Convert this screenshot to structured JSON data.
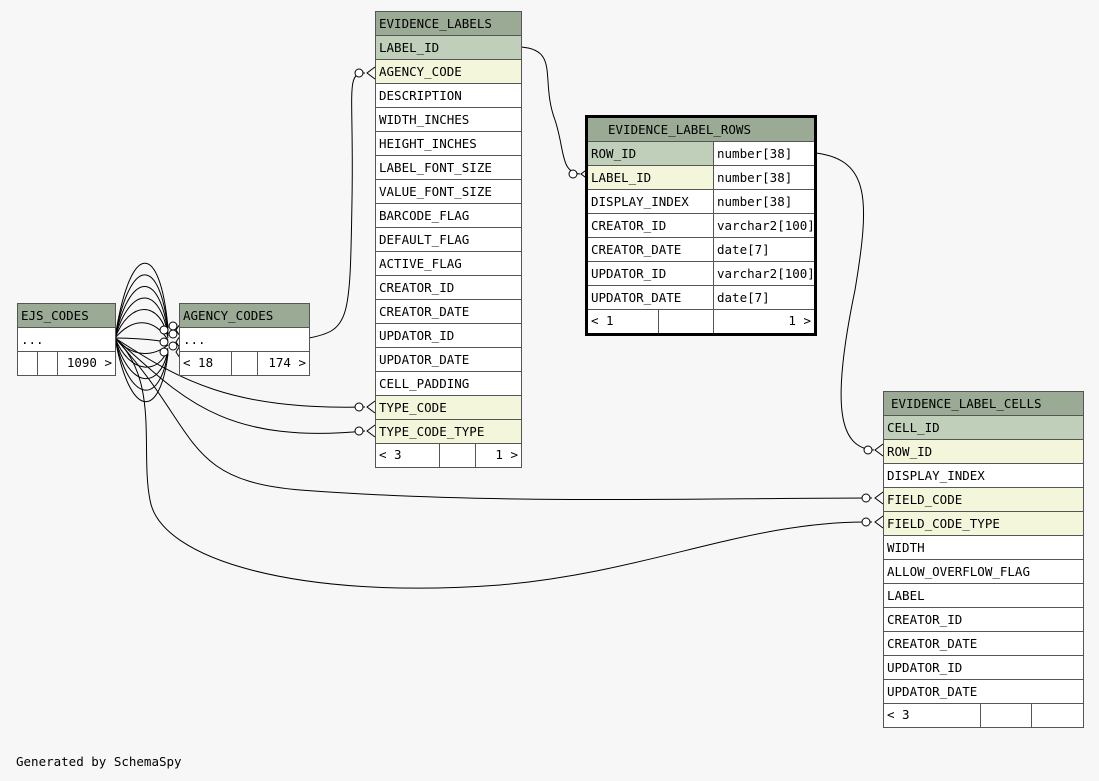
{
  "tables": {
    "evidence_labels": {
      "name": "EVIDENCE_LABELS",
      "columns": [
        "LABEL_ID",
        "AGENCY_CODE",
        "DESCRIPTION",
        "WIDTH_INCHES",
        "HEIGHT_INCHES",
        "LABEL_FONT_SIZE",
        "VALUE_FONT_SIZE",
        "BARCODE_FLAG",
        "DEFAULT_FLAG",
        "ACTIVE_FLAG",
        "CREATOR_ID",
        "CREATOR_DATE",
        "UPDATOR_ID",
        "UPDATOR_DATE",
        "CELL_PADDING",
        "TYPE_CODE",
        "TYPE_CODE_TYPE"
      ],
      "parents": "< 3",
      "children": "1 >"
    },
    "evidence_label_rows": {
      "name": "EVIDENCE_LABEL_ROWS",
      "columns": [
        {
          "name": "ROW_ID",
          "type": "number[38]"
        },
        {
          "name": "LABEL_ID",
          "type": "number[38]"
        },
        {
          "name": "DISPLAY_INDEX",
          "type": "number[38]"
        },
        {
          "name": "CREATOR_ID",
          "type": "varchar2[100]"
        },
        {
          "name": "CREATOR_DATE",
          "type": "date[7]"
        },
        {
          "name": "UPDATOR_ID",
          "type": "varchar2[100]"
        },
        {
          "name": "UPDATOR_DATE",
          "type": "date[7]"
        }
      ],
      "parents": "< 1",
      "children": "1 >"
    },
    "evidence_label_cells": {
      "name": "EVIDENCE_LABEL_CELLS",
      "columns": [
        "CELL_ID",
        "ROW_ID",
        "DISPLAY_INDEX",
        "FIELD_CODE",
        "FIELD_CODE_TYPE",
        "WIDTH",
        "ALLOW_OVERFLOW_FLAG",
        "LABEL",
        "CREATOR_ID",
        "CREATOR_DATE",
        "UPDATOR_ID",
        "UPDATOR_DATE"
      ],
      "parents": "< 3"
    },
    "ejs_codes": {
      "name": "EJS_CODES",
      "ellipsis": "...",
      "children": "1090 >"
    },
    "agency_codes": {
      "name": "AGENCY_CODES",
      "ellipsis": "...",
      "parents": "< 18",
      "children": "174 >"
    }
  },
  "footer": {
    "credit": "Generated by SchemaSpy"
  }
}
